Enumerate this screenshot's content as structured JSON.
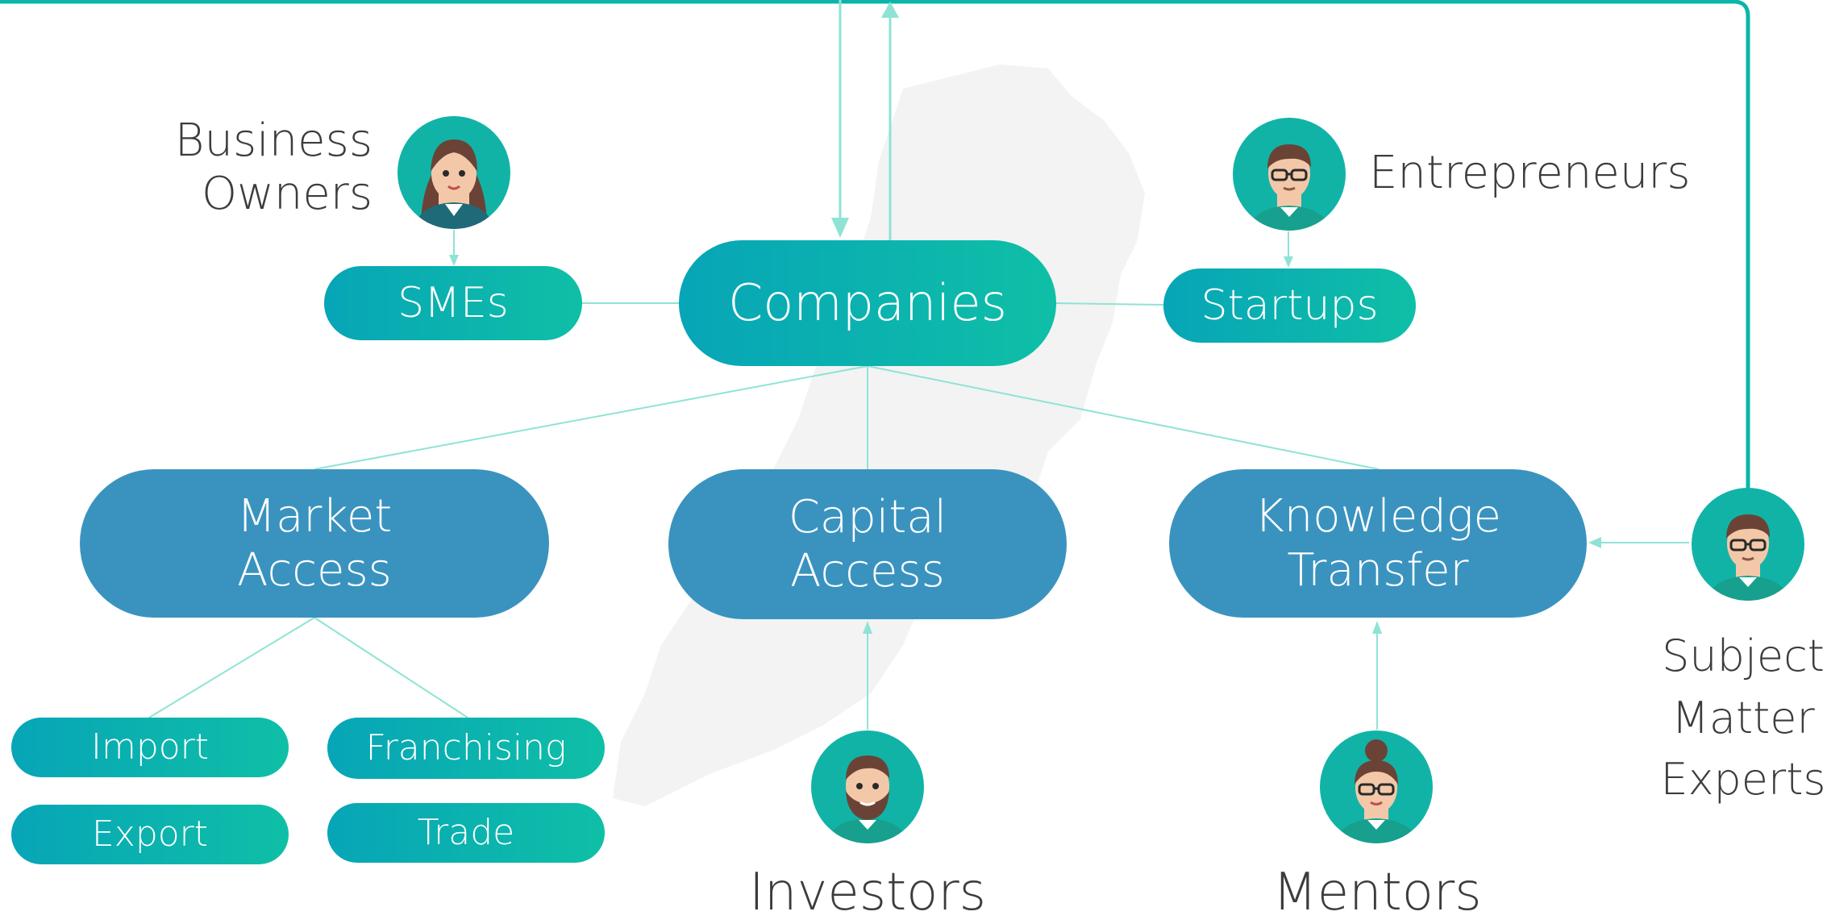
{
  "diagram": {
    "center": {
      "label": "Companies"
    },
    "side_nodes": {
      "smes": "SMEs",
      "startups": "Startups"
    },
    "access_nodes": {
      "market": "Market\nAccess",
      "capital": "Capital\nAccess",
      "knowledge": "Knowledge\nTransfer"
    },
    "market_children": {
      "import": "Import",
      "franchising": "Franchising",
      "export": "Export",
      "trade": "Trade"
    },
    "people": {
      "business_owners": "Business\nOwners",
      "entrepreneurs": "Entrepreneurs",
      "investors": "Investors",
      "mentors": "Mentors",
      "subject_matter_experts": "Subject\nMatter\nExperts"
    }
  },
  "icons": {
    "business_owner": "woman-long-hair-avatar-icon",
    "entrepreneur": "man-glasses-avatar-icon",
    "investor": "bearded-man-avatar-icon",
    "mentor": "woman-bun-glasses-avatar-icon",
    "expert": "man-glasses-avatar-icon"
  },
  "colors": {
    "teal_start": "#07a5b7",
    "teal_end": "#0fbfa6",
    "blue": "#3a93bf",
    "connector": "#8fe3d4",
    "text": "#3c3c3c"
  }
}
